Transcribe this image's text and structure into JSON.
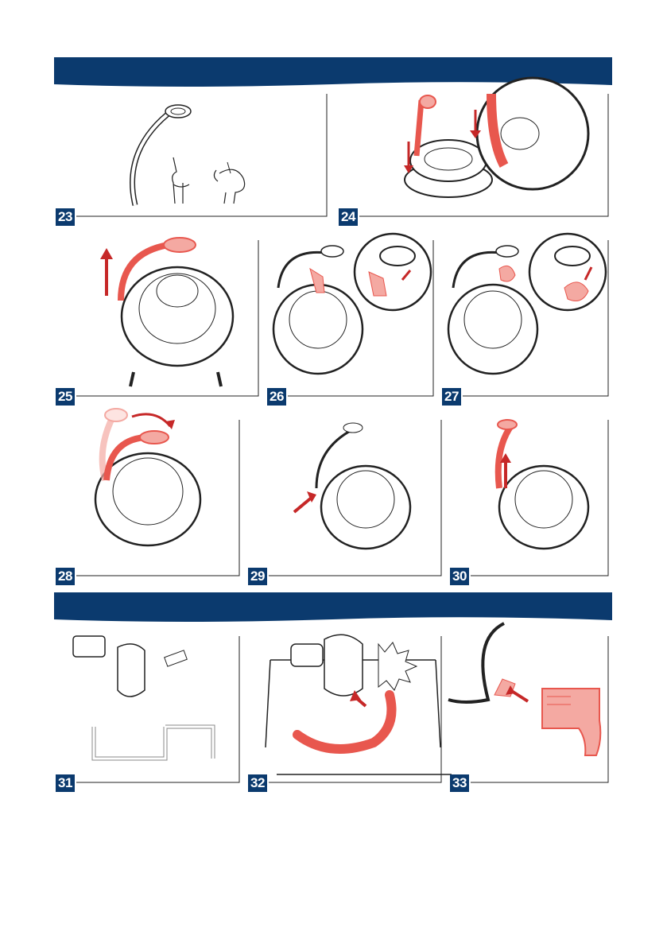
{
  "colors": {
    "band": "#0b3a6e",
    "accent": "#e8574e",
    "accent_fill": "#f4a9a2",
    "line": "#222222"
  },
  "sections": [
    {
      "id": "toy-bar",
      "steps": [
        "23",
        "24",
        "25",
        "26",
        "27",
        "28",
        "29",
        "30"
      ]
    },
    {
      "id": "base-legs",
      "steps": [
        "31",
        "32",
        "33"
      ]
    }
  ],
  "steps": {
    "s23": "23",
    "s24": "24",
    "s25": "25",
    "s26": "26",
    "s27": "27",
    "s28": "28",
    "s29": "29",
    "s30": "30",
    "s31": "31",
    "s32": "32",
    "s33": "33"
  }
}
